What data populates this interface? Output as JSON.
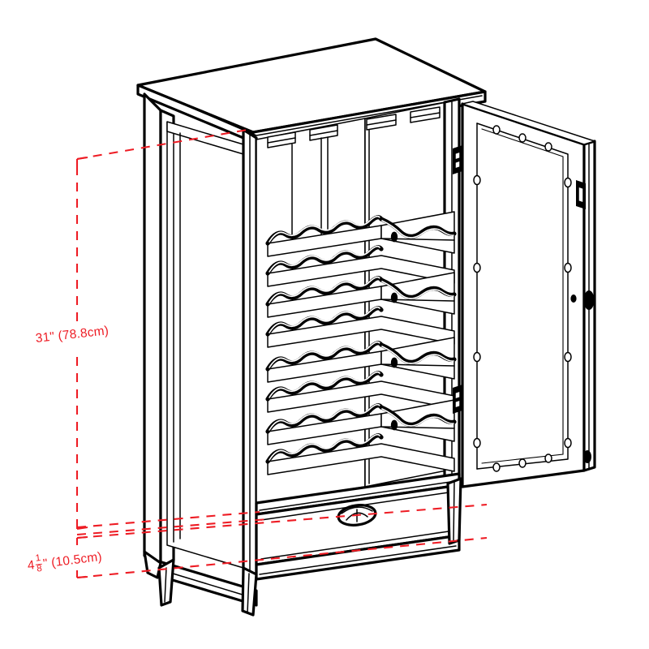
{
  "drawing": {
    "title": "Wine Cabinet Assembly Dimension Drawing",
    "product": "Wine cabinet with open right door, four wine bottle rack shelves, stemware rails and one bottom drawer",
    "view": "isometric line drawing",
    "line_color": "#000000",
    "dimension_color": "#ee1c24",
    "background_color": "#ffffff"
  },
  "dimensions": {
    "height": {
      "name": "interior-height",
      "imperial_whole": "31",
      "imperial_unit": "\"",
      "metric": "(78.8cm)",
      "full_label": "31\" (78.8cm)",
      "orientation": "vertical"
    },
    "depth": {
      "name": "base-clearance",
      "imperial_whole": "4",
      "fraction_numerator": "1",
      "fraction_denominator": "8",
      "imperial_unit": "\"",
      "metric": "(10.5cm)",
      "full_label": "4 1/8\" (10.5cm)",
      "orientation": "horizontal"
    }
  },
  "parts": {
    "top_panel": "top-panel",
    "left_side_panel": "left-side-panel",
    "back_panel": "back-panel",
    "door": "right-door-open",
    "door_inner_panel": "door-inner-panel",
    "door_handle": "door-handle",
    "door_latch": "door-latch-plate",
    "hinges": [
      "hinge-upper",
      "hinge-lower"
    ],
    "stemware_rails": [
      "stemware-rail-1",
      "stemware-rail-2",
      "stemware-rail-3",
      "stemware-rail-4"
    ],
    "wine_shelves": [
      "wine-shelf-1",
      "wine-shelf-2",
      "wine-shelf-3",
      "wine-shelf-4"
    ],
    "drawer": "bottom-drawer",
    "drawer_pull": "drawer-cup-pull",
    "legs": [
      "leg-front-left",
      "leg-front-right",
      "leg-rear-left",
      "leg-rear-right"
    ],
    "bottom_rail": "bottom-stretcher-rail"
  }
}
